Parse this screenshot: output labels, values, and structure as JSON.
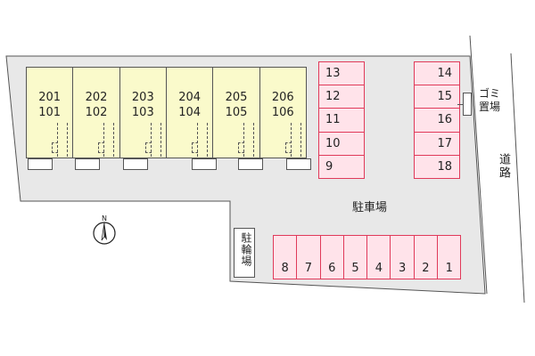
{
  "building": {
    "units": [
      {
        "upper": "201",
        "lower": "101"
      },
      {
        "upper": "202",
        "lower": "102"
      },
      {
        "upper": "203",
        "lower": "103"
      },
      {
        "upper": "204",
        "lower": "104"
      },
      {
        "upper": "205",
        "lower": "105"
      },
      {
        "upper": "206",
        "lower": "106"
      }
    ]
  },
  "parking": {
    "label": "駐車場",
    "left_column": [
      "13",
      "12",
      "11",
      "10",
      "9"
    ],
    "right_column": [
      "14",
      "15",
      "16",
      "17",
      "18"
    ],
    "bottom_row": [
      "8",
      "7",
      "6",
      "5",
      "4",
      "3",
      "2",
      "1"
    ]
  },
  "bicycle_parking": {
    "label": "駐輪場"
  },
  "garbage": {
    "line1": "ゴミ",
    "line2": "置場"
  },
  "road": {
    "label": "道路"
  },
  "compass": {
    "north": "N"
  },
  "colors": {
    "lot_fill": "#e8e8e8",
    "unit_fill": "#fafacb",
    "slot_fill": "#ffe3ea",
    "slot_border": "#e03a5a"
  }
}
